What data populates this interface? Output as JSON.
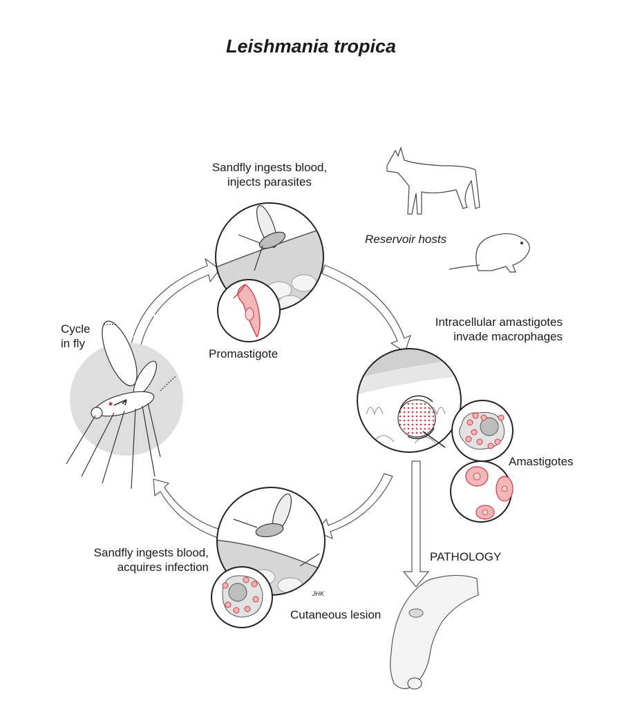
{
  "title": "Leishmania tropica",
  "labels": {
    "sandfly_injects": "Sandfly ingests blood,\ninjects parasites",
    "reservoir_hosts": "Reservoir hosts",
    "intracellular": "Intracellular amastigotes\ninvade macrophages",
    "cycle_in_fly": "Cycle\nin fly",
    "promastigote": "Promastigote",
    "amastigotes": "Amastigotes",
    "sandfly_acquires": "Sandfly ingests blood,\nacquires infection",
    "pathology": "PATHOLOGY",
    "cutaneous_lesion": "Cutaneous lesion",
    "signature": "JHK"
  },
  "colors": {
    "parasite_red": "#d9343f",
    "parasite_fill": "#f2b8b8",
    "skin_gray": "#cfcfcf",
    "fly_circle_gray": "#dedede",
    "line": "#333333"
  },
  "icons": [
    "dog-icon",
    "rodent-icon",
    "sandfly-icon",
    "hand-icon"
  ]
}
